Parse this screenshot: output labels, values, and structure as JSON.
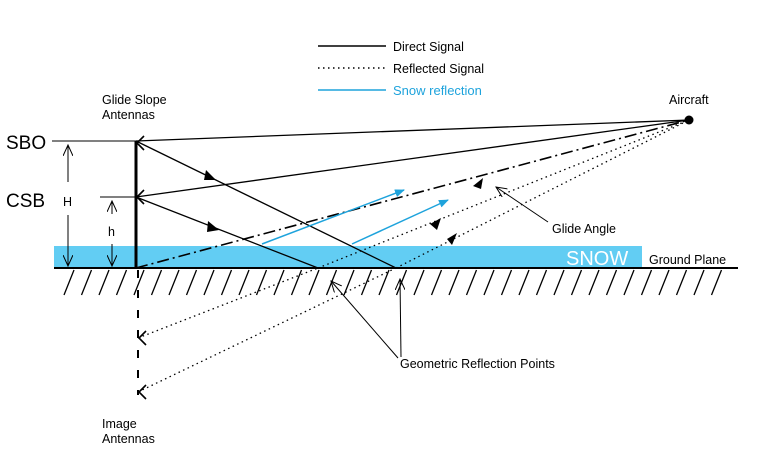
{
  "legend": {
    "direct": "Direct Signal",
    "reflected": "Reflected Signal",
    "snow": "Snow reflection"
  },
  "labels": {
    "glide_slope_line1": "Glide Slope",
    "glide_slope_line2": "Antennas",
    "aircraft": "Aircraft",
    "sbo": "SBO",
    "csb": "CSB",
    "H": "H",
    "h": "h",
    "glide_angle": "Glide Angle",
    "snow": "SNOW",
    "ground_plane": "Ground Plane",
    "reflection_points": "Geometric Reflection Points",
    "image_line1": "Image",
    "image_line2": "Antennas"
  },
  "colors": {
    "snow_fill": "#62cdf3",
    "snow_ray": "#1ea3dc",
    "ink": "#000000"
  }
}
